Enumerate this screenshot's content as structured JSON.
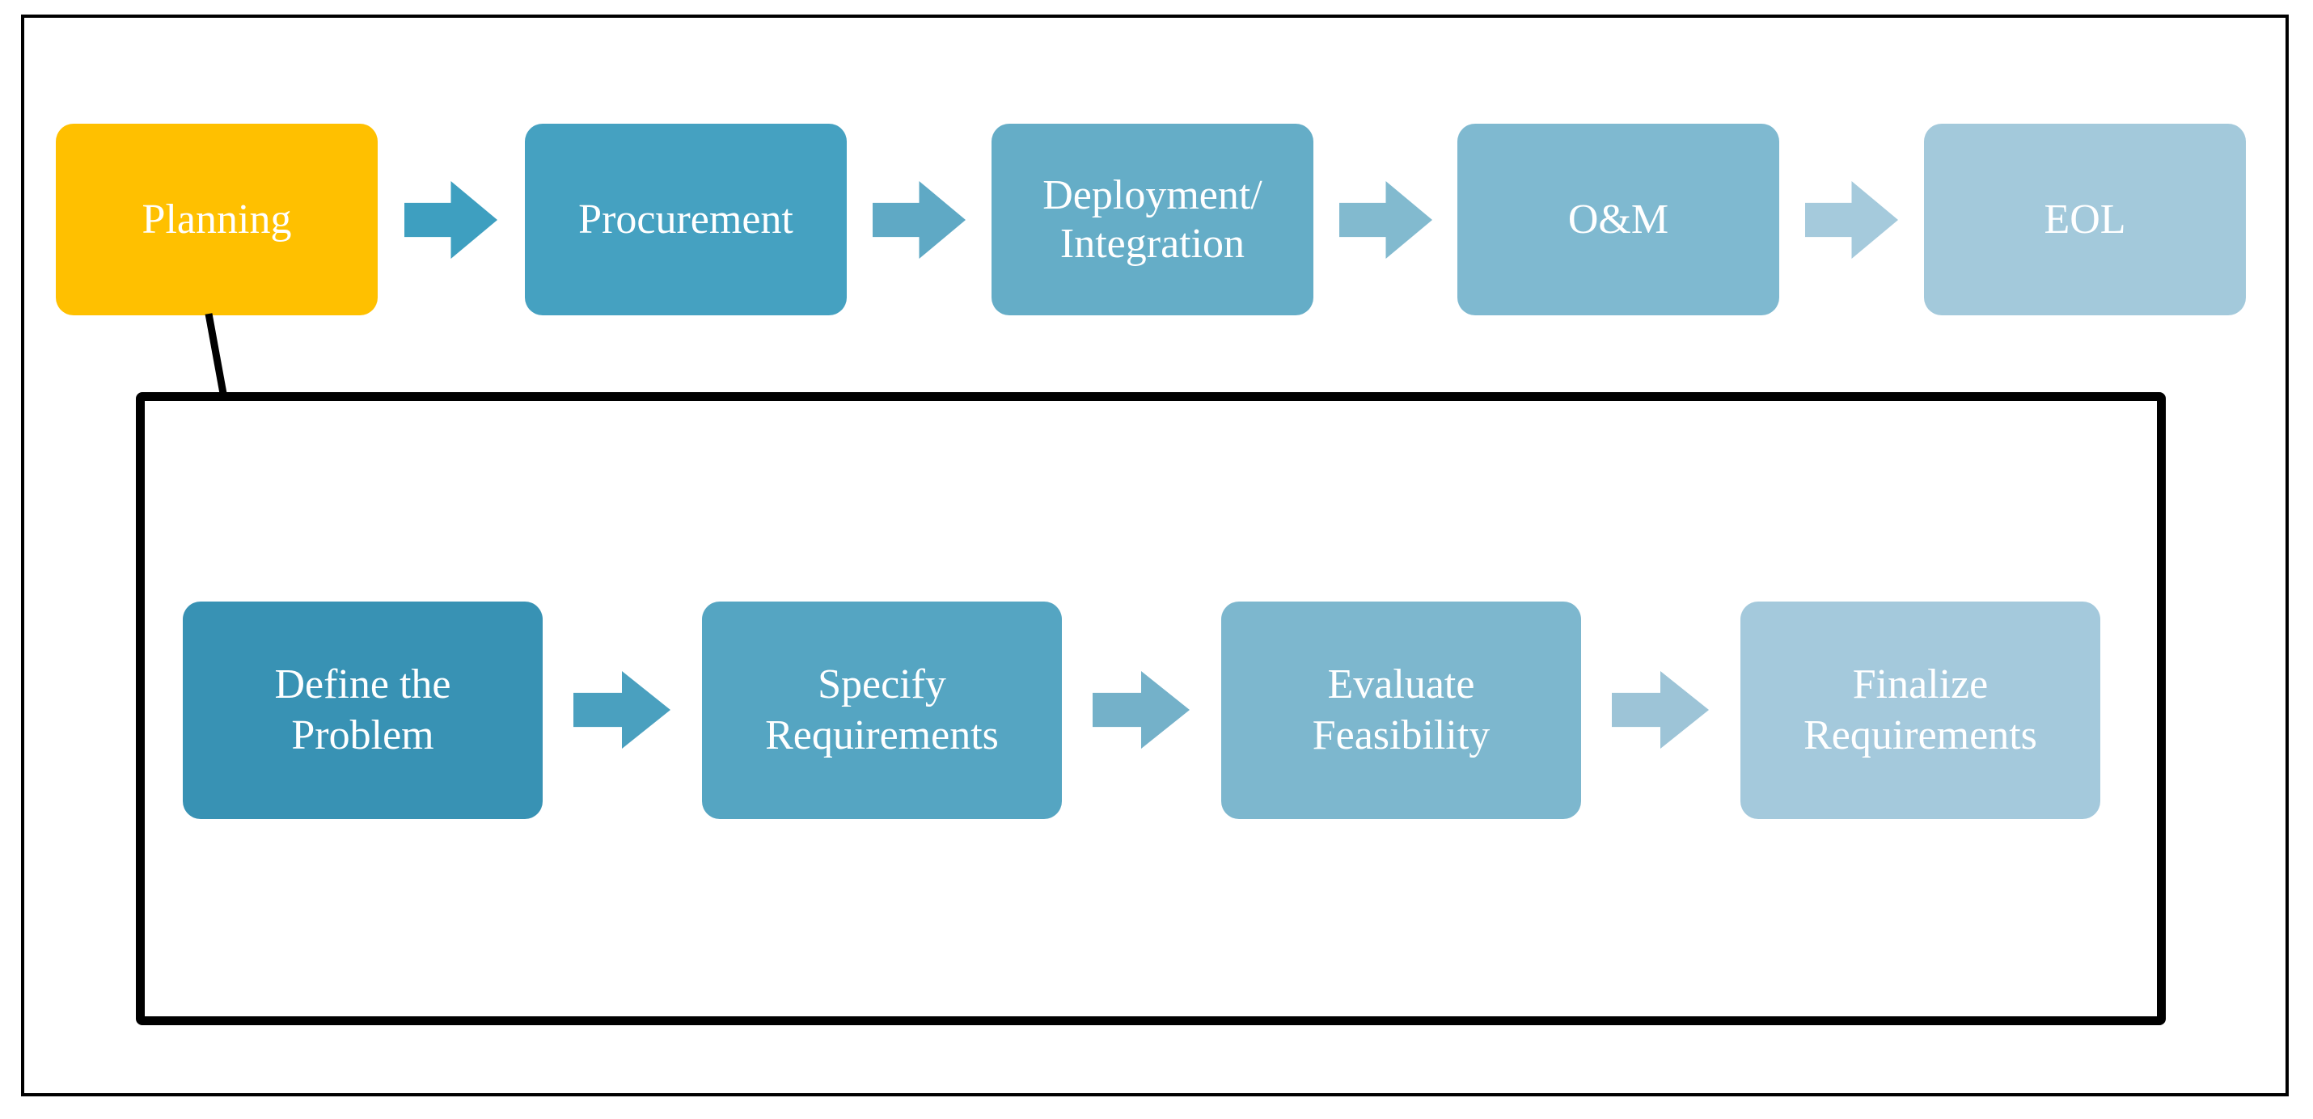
{
  "lifecycle": {
    "stages": [
      {
        "label": "Planning",
        "color": "#FFC000"
      },
      {
        "label": "Procurement",
        "color": "#45A1C1"
      },
      {
        "label": "Deployment/ Integration",
        "color": "#65ADC7"
      },
      {
        "label": "O&M",
        "color": "#7FB9D0"
      },
      {
        "label": "EOL",
        "color": "#A3C9DB"
      }
    ],
    "arrows": [
      {
        "color": "#3E9FC0"
      },
      {
        "color": "#5FA9C5"
      },
      {
        "color": "#82BACF"
      },
      {
        "color": "#A5CADC"
      }
    ]
  },
  "planning_detail": {
    "steps": [
      {
        "label": "Define the Problem",
        "color": "#3892B4"
      },
      {
        "label": "Specify Requirements",
        "color": "#55A5C2"
      },
      {
        "label": "Evaluate Feasibility",
        "color": "#7DB7CE"
      },
      {
        "label": "Finalize Requirements",
        "color": "#A4C9DC"
      }
    ],
    "arrows": [
      {
        "color": "#4AA0BF"
      },
      {
        "color": "#74B1C9"
      },
      {
        "color": "#9DC4D7"
      }
    ]
  },
  "text_color": "#FFFFFF",
  "border_color": "#000000"
}
